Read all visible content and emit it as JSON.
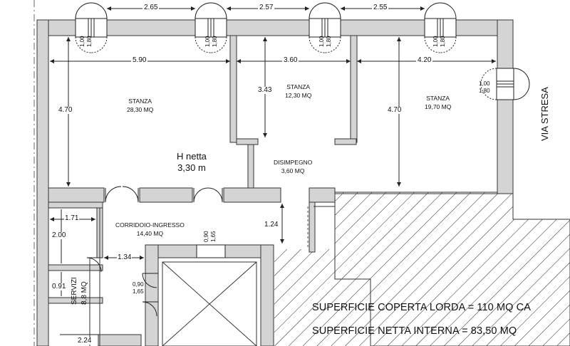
{
  "street": "VIA STRESA",
  "top_dims": [
    "2.65",
    "2.57",
    "2.55"
  ],
  "room_dims": [
    "5.90",
    "3.60",
    "4.20"
  ],
  "height_dims": [
    "4.70",
    "3.43",
    "4.70"
  ],
  "window_dims": {
    "w1": "1,00",
    "w2": "1,80"
  },
  "rooms": [
    {
      "name": "STANZA",
      "area": "28,30 MQ"
    },
    {
      "name": "STANZA",
      "area": "12,30 MQ"
    },
    {
      "name": "STANZA",
      "area": "19,70 MQ"
    },
    {
      "name": "DISIMPEGNO",
      "area": "3,60 MQ"
    },
    {
      "name": "CORRIDOIO-INGRESSO",
      "area": "14,40 MQ"
    },
    {
      "name": "SERVIZI",
      "area": "8,8 MQ"
    }
  ],
  "height_note": {
    "label": "H netta",
    "value": "3,30 m"
  },
  "small_dims": [
    "1.71",
    "2.00",
    "0.91",
    "2.24",
    "1.34",
    "1.24"
  ],
  "door_dims": {
    "d1": "0,90",
    "d2": "1,65"
  },
  "summary": {
    "gross": "SUPERFICIE COPERTA LORDA = 110 MQ CA",
    "net": "SUPERFICIE NETTA INTERNA = 83,50 MQ"
  }
}
